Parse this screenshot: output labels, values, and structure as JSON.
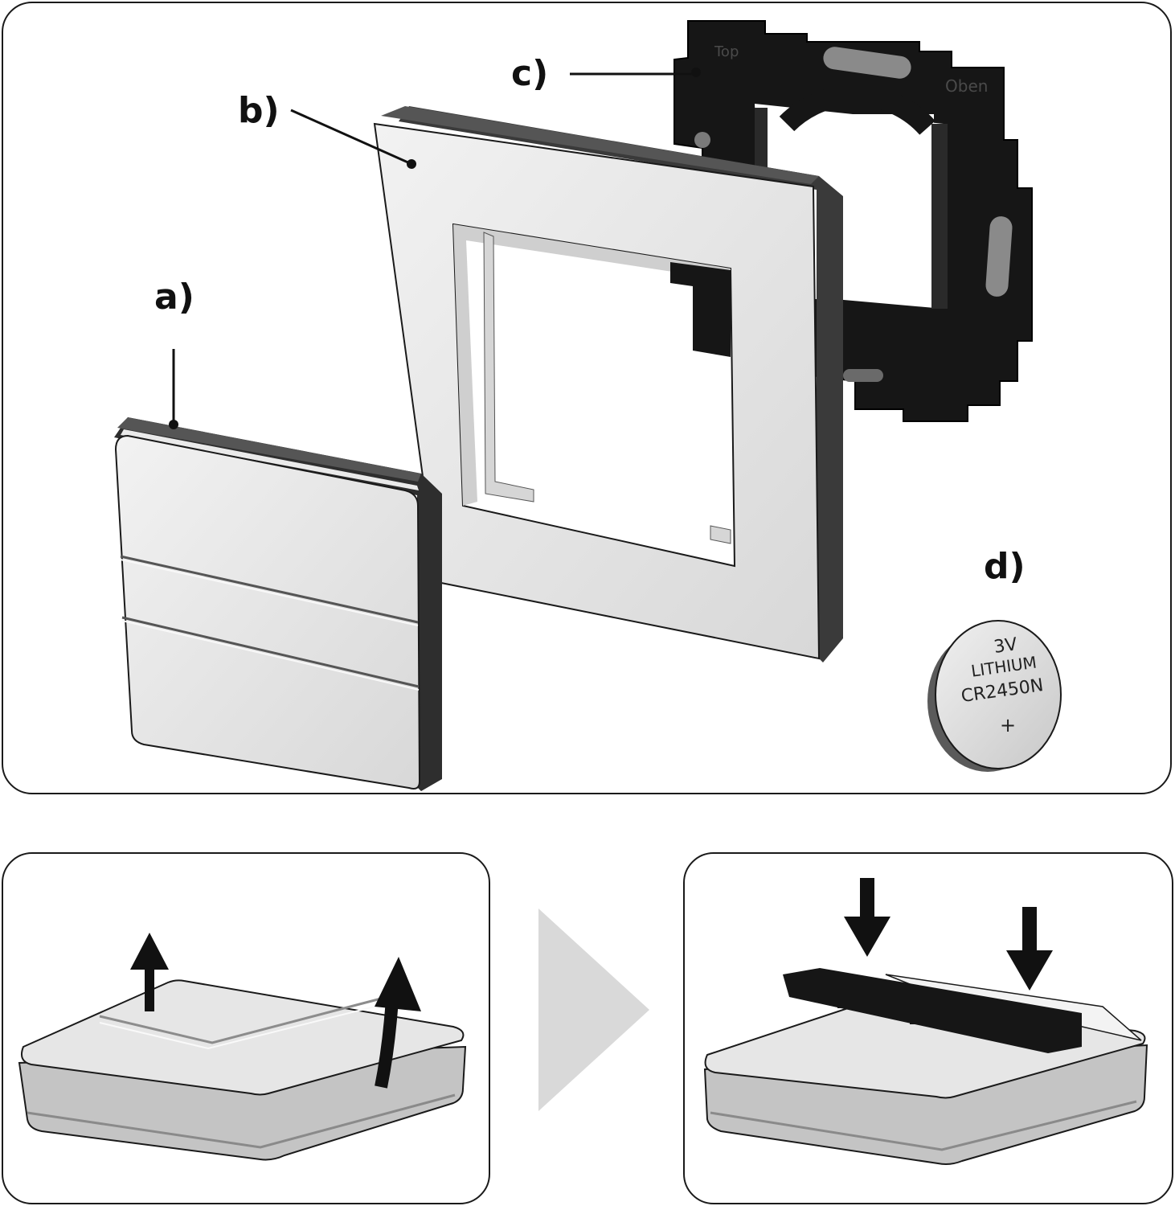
{
  "labels": {
    "a": "a)",
    "b": "b)",
    "c": "c)",
    "d": "d)"
  },
  "plate_markings": {
    "top": "Top",
    "oben": "Oben"
  },
  "battery": {
    "line1": "3V",
    "line2": "LITHIUM",
    "line3": "CR2450N",
    "line4": "+"
  },
  "colors": {
    "outline": "#1a1a1a",
    "light_surface": "#e4e4e4",
    "mid_gray": "#bdbdbd",
    "dark_edge": "#3a3a3a",
    "black_part": "#161616",
    "step_arrow": "#d9d9d9"
  }
}
